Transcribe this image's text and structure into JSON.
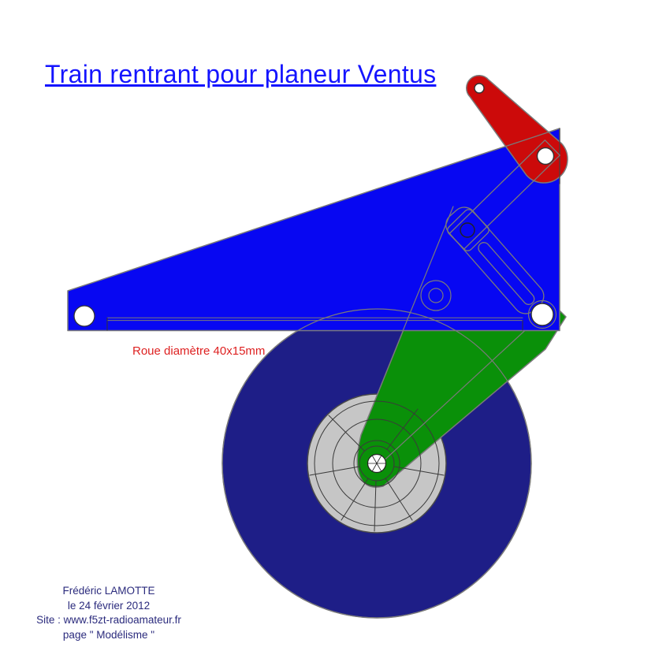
{
  "title": {
    "text": "Train rentrant pour planeur Ventus",
    "color": "#1414ff",
    "underlined": true
  },
  "annotations": {
    "wheel_label": {
      "text": "Roue diamètre 40x15mm",
      "color": "#de2121"
    }
  },
  "footer": {
    "author": "Frédéric LAMOTTE",
    "date": "le 24 février 2012",
    "site": "Site : www.f5zt-radioamateur.fr",
    "page_label": "page \" Modélisme \"",
    "color": "#2b2b7d"
  },
  "drawing": {
    "description": "Side-view CAD drawing of a retractable landing gear mechanism for a Ventus glider",
    "outline_color": "#7a7a7a",
    "parts": {
      "bracket": {
        "label": "main mount bracket",
        "color": "#0707f2"
      },
      "crank": {
        "label": "actuating crank lever",
        "color": "#cc0a0a"
      },
      "fork": {
        "label": "wheel fork",
        "color": "#0a9009"
      },
      "tire": {
        "label": "wheel tire 40x15mm",
        "color": "#1e1e87"
      },
      "hub": {
        "label": "wheel hub",
        "color": "#c6c6c6"
      }
    }
  }
}
